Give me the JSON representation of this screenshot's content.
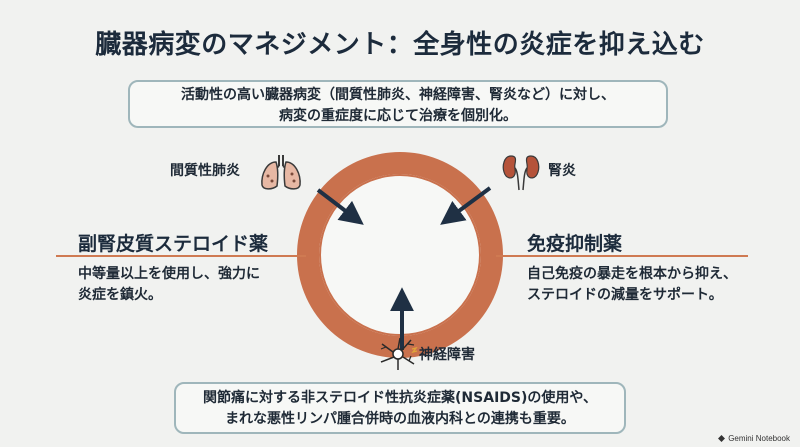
{
  "title": "臓器病変のマネジメント：全身性の炎症を抑え込む",
  "top_box": {
    "line1": "活動性の高い臓器病変（間質性肺炎、神経障害、腎炎など）に対し、",
    "line2": "病変の重症度に応じて治療を個別化。"
  },
  "organs": {
    "lung": "間質性肺炎",
    "kidney": "腎炎",
    "nerve": "神経障害"
  },
  "left": {
    "title": "副腎皮質ステロイド薬",
    "line1": "中等量以上を使用し、強力に",
    "line2": "炎症を鎮火。"
  },
  "right": {
    "title": "免疫抑制薬",
    "line1": "自己免疫の暴走を根本から抑え、",
    "line2": "ステロイドの減量をサポート。"
  },
  "bottom_box": {
    "line1": "関節痛に対する非ステロイド性抗炎症薬(NSAIDS)の使用や、",
    "line2": "まれな悪性リンパ腫合併時の血液内科との連携も重要。"
  },
  "footer": "Gemini Notebook",
  "colors": {
    "ring": "#c9714d",
    "accent_line": "#cf7a52",
    "box_border": "#9fb6bb",
    "arrow": "#1f3044"
  }
}
